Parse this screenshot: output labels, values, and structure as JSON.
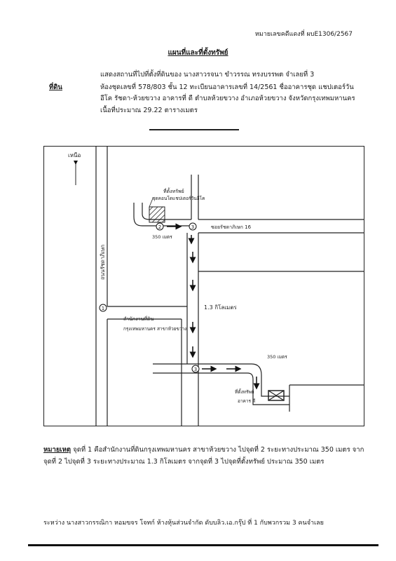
{
  "header": {
    "case_number": "หมายเลขคดีแดงที่ ผบE1306/2567",
    "title": "แผนที่และที่ตั้งทรัพย์"
  },
  "description": {
    "line1": "แสดงสถานที่ไปที่ตั้งที่ดินของ  นางสาวรจนา ขำวรรณ ทรงบรรพต  จำเลยที่ 3",
    "land_label": "ที่ดิน",
    "line2": "ห้องชุดเลขที่ 578/803  ชั้น 12 ทะเบียนอาคารเลขที่ 14/2561 ชื่ออาคารชุด แชปเตอร์วัน",
    "line3": "อีโค รัชดา-ห้วยขวาง อาคารที่ ดี ตำบลห้วยขวาง อำเภอห้วยขวาง จังหวัดกรุงเทพมหานคร",
    "line4": "เนื้อที่ประมาณ  29.22  ตารางเมตร"
  },
  "map": {
    "north_label": "เหนือ",
    "road_vertical": "ถนนรัชดาภิเษก",
    "label_land": "ที่ตั้งทรัพย์",
    "label_land_sub": "ชุดคอนโดแชปเตอร์วันอีโค",
    "soi_label": "ซอยรัชดาภิเษก 16",
    "dist_350": "350 เมตร",
    "dist_13km": "1.3 กิโลเมตร",
    "office_label": "สำนักงานที่ดิน",
    "office_sub": "กรุงเทพมหานคร สาขาห้วยขวาง",
    "dist_350b": "350 เมตร",
    "building_label": "ที่ตั้งทรัพย์",
    "building_sub": "อาคาร ดี",
    "point1": "1",
    "point2": "2",
    "point3": "3"
  },
  "note": {
    "label": "หมายเหตุ",
    "text": "  จุดที่  1  คือสำนักงานที่ดินกรุงเทพมหานคร สาขาห้วยขวาง  ไปจุดที่  2  ระยะทางประมาณ  350  เมตร  จากจุดที่  2  ไปจุดที่  3  ระยะทางประมาณ 1.3 กิโลเมตร จากจุดที่  3 ไปจุดที่ตั้งทรัพย์ ประมาณ 350 เมตร"
  },
  "parties": "ระหว่าง  นางสาวกรรณิกา หอมขจร  โจทก์  ห้างหุ้นส่วนจำกัด ดับบลิว.เอ.กรุ๊ป ที่ 1 กับพวกรวม 3 คนจำเลย"
}
